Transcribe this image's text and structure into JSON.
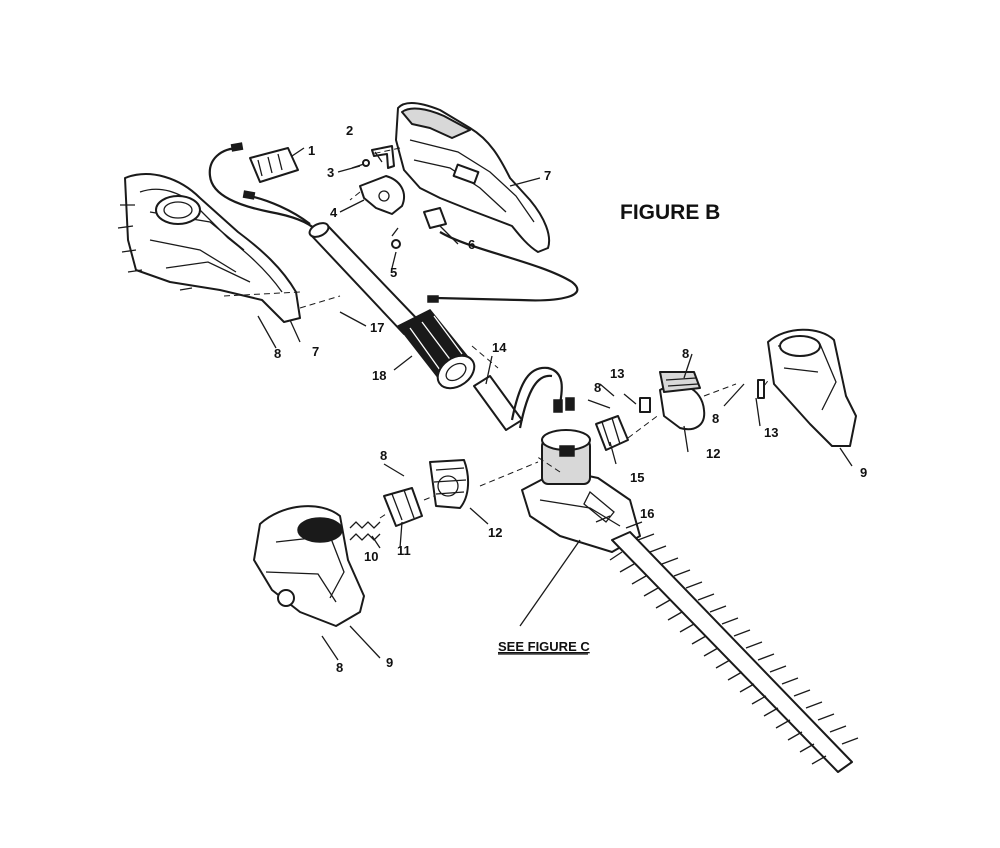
{
  "figure": {
    "title": "FIGURE B",
    "see_figure_note": "SEE FIGURE C"
  },
  "callouts": [
    "1",
    "2",
    "3",
    "4",
    "5",
    "6",
    "7",
    "7",
    "8",
    "8",
    "8",
    "8",
    "8",
    "9",
    "9",
    "10",
    "11",
    "12",
    "12",
    "13",
    "13",
    "14",
    "15",
    "16",
    "17",
    "18"
  ],
  "colors": {
    "ink": "#1a1a1a",
    "background": "#ffffff",
    "shade": "#d8d8d8"
  }
}
